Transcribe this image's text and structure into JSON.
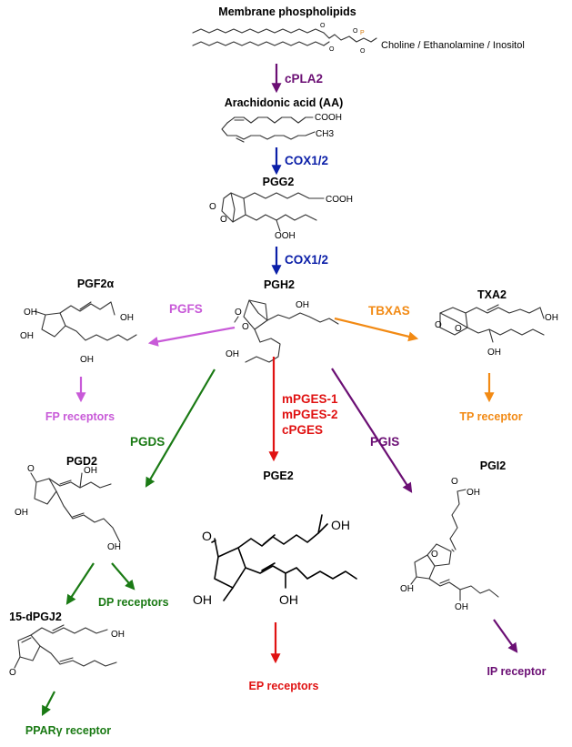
{
  "colors": {
    "purple": "#6b0f74",
    "blue": "#0b1fa8",
    "violet": "#c85ad8",
    "orange": "#f28a14",
    "green": "#1a7a14",
    "red": "#e01212",
    "black": "#000000"
  },
  "nodes": {
    "membrane": "Membrane phospholipids",
    "head_groups": "Choline / Ethanolamine / Inositol",
    "aa": "Arachidonic acid (AA)",
    "pgg2": "PGG2",
    "pgh2": "PGH2",
    "pgf2a": "PGF2α",
    "txa2": "TXA2",
    "pgd2": "PGD2",
    "pge2": "PGE2",
    "pgi2": "PGI2",
    "dpgj2": "15-dPGJ2"
  },
  "enzymes": {
    "cpla2": "cPLA2",
    "cox_1": "COX1/2",
    "cox_2": "COX1/2",
    "pgfs": "PGFS",
    "tbxas": "TBXAS",
    "pgds": "PGDS",
    "pges_1": "mPGES-1",
    "pges_2": "mPGES-2",
    "pges_3": "cPGES",
    "pgis": "PGIS"
  },
  "receptors": {
    "fp": "FP receptors",
    "tp": "TP receptor",
    "dp": "DP receptors",
    "ep": "EP receptors",
    "ip": "IP receptor",
    "ppar": "PPARγ receptor"
  },
  "atoms": {
    "cooh": "COOH",
    "ch3": "CH3",
    "oh": "OH",
    "ooh": "OOH",
    "o": "O"
  }
}
